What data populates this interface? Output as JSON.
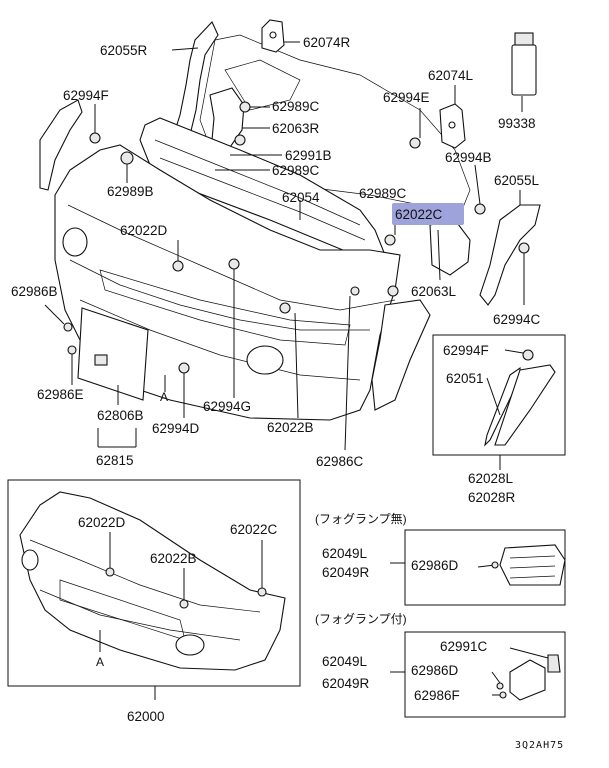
{
  "diagram_code": "3Q2AH75",
  "labels": {
    "p62055R": "62055R",
    "p62074R": "62074R",
    "p62994F_top": "62994F",
    "p62989C_1": "62989C",
    "p62063R": "62063R",
    "p62991B": "62991B",
    "p62989C_2": "62989C",
    "p62989B": "62989B",
    "p62054": "62054",
    "p62989C_3": "62989C",
    "p62022C_hl": "62022C",
    "p62074L": "62074L",
    "p62994E": "62994E",
    "p99338": "99338",
    "p62994B": "62994B",
    "p62055L": "62055L",
    "p62063L": "62063L",
    "p62994C": "62994C",
    "p62022D_top": "62022D",
    "p62986B": "62986B",
    "p62986E": "62986E",
    "p62806B": "62806B",
    "p62815": "62815",
    "pA_top": "A",
    "p62994D": "62994D",
    "p62994G": "62994G",
    "p62022B_top": "62022B",
    "p62986C": "62986C",
    "p62994F_box": "62994F",
    "p62051": "62051",
    "p62028L": "62028L",
    "p62028R": "62028R",
    "p62022D_bot": "62022D",
    "p62022B_bot": "62022B",
    "p62022C_bot": "62022C",
    "pA_bot": "A",
    "p62000": "62000",
    "note_no_foglamp": "(フォグランプ無)",
    "p62049L_1": "62049L",
    "p62049R_1": "62049R",
    "p62986D_1": "62986D",
    "note_with_foglamp": "(フォグランプ付)",
    "p62049L_2": "62049L",
    "p62049R_2": "62049R",
    "p62991C": "62991C",
    "p62986D_2": "62986D",
    "p62986F": "62986F"
  },
  "colors": {
    "highlight": "#9fa3dc",
    "line": "#111111"
  }
}
